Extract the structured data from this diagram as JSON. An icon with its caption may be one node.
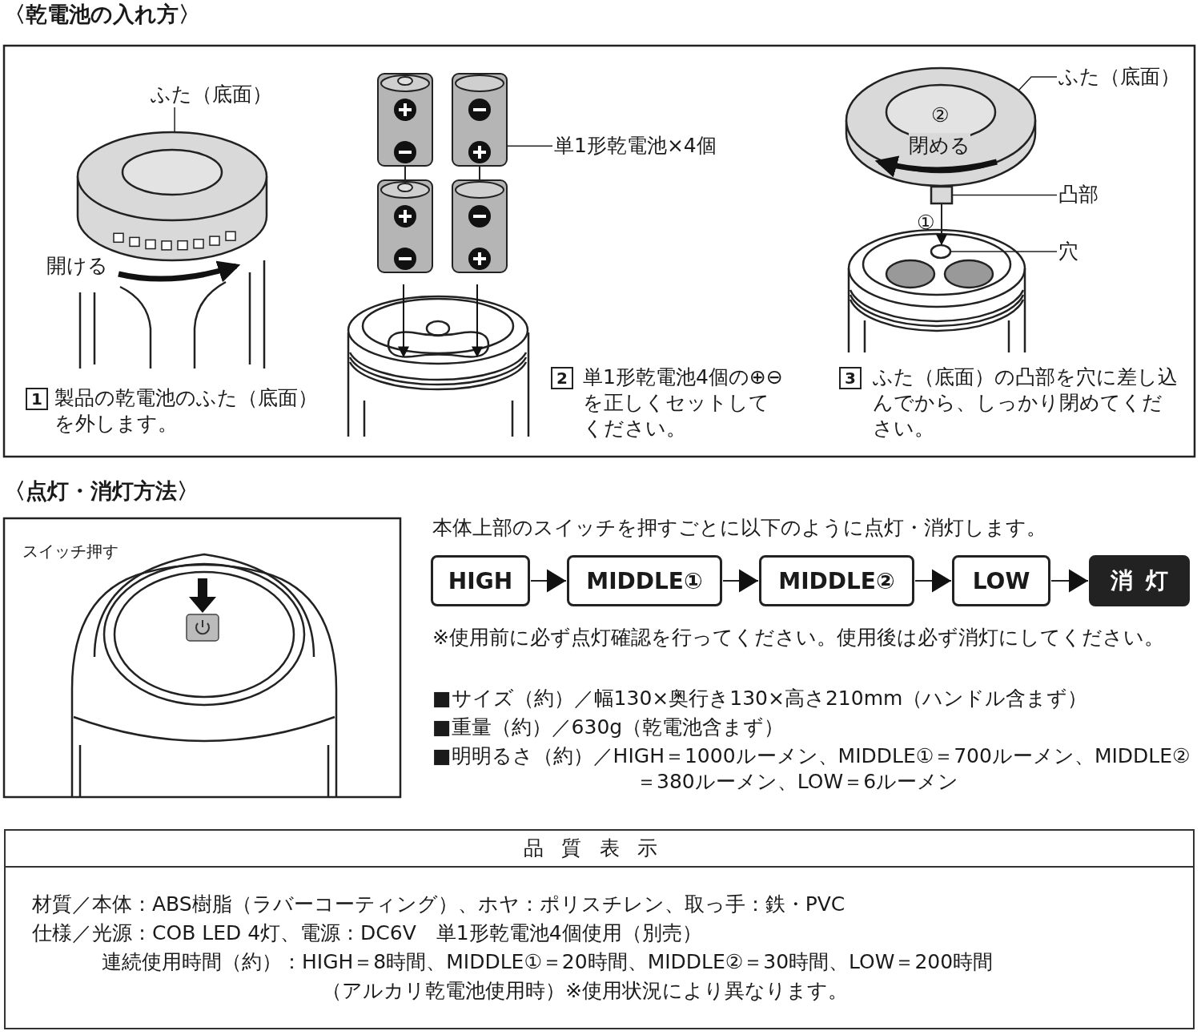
{
  "diagram": {
    "nodes": [
      {
        "text": [
          "ふた（底面）"
        ]
      },
      {
        "text": [
          "単1形乾電池×4個"
        ]
      },
      {
        "text": [
          "ふた（底面）"
        ]
      },
      {
        "text": [
          "凸部"
        ]
      },
      {
        "text": [
          "穴"
        ]
      },
      {
        "text": [
          "HIGH"
        ]
      },
      {
        "text": [
          "MIDDLE①"
        ]
      },
      {
        "text": [
          "MIDDLE②"
        ]
      },
      {
        "text": [
          "LOW"
        ]
      },
      {
        "text": [
          "消灯"
        ]
      },
      {
        "text": [
          "品質表示",
          "材質／本体：ABS樹脂（ラバーコーティング）、ホヤ：ポリスチレン、取っ手：鉄・PVC",
          "仕様／光源：COB LED 4灯、電源：DC6V　単1形乾電池4個使用（別売）",
          "連続使用時間（約）：HIGH＝8時間、MIDDLE①＝20時間、MIDDLE②＝30時間、LOW＝200時間",
          "（アルカリ乾電池使用時）※使用状況により異なります。"
        ]
      },
      {
        "text": [],
        "shape": "picture"
      },
      {
        "text": [],
        "shape": "picture"
      },
      {
        "text": [],
        "shape": "picture"
      },
      {
        "text": [],
        "shape": "box"
      },
      {
        "text": [],
        "shape": "circle"
      }
    ],
    "edges": [
      {
        "from": 0,
        "to": 11,
        "arrow": "none"
      },
      {
        "from": 1,
        "to": 12,
        "arrow": "none"
      },
      {
        "from": 2,
        "to": 13,
        "arrow": "none"
      },
      {
        "from": 3,
        "to": 14,
        "arrow": "none"
      },
      {
        "from": 4,
        "to": 15,
        "arrow": "none"
      },
      {
        "from": 5,
        "to": 6,
        "arrow": "to"
      },
      {
        "from": 6,
        "to": 7,
        "arrow": "to"
      },
      {
        "from": 7,
        "to": 8,
        "arrow": "to"
      },
      {
        "from": 8,
        "to": 9,
        "arrow": "to"
      },
      {
        "from": 14,
        "to": 15,
        "arrow": "to"
      }
    ],
    "labels": [
      "〈乾電池の入れ方〉",
      "1",
      "製品の乾電池のふた（底面）を外します。",
      "開ける",
      "2",
      "単1形乾電池4個の⊕⊖を正しくセットしてください。",
      "②",
      "閉める",
      "①",
      "3",
      "ふた（底面）の凸部を穴に差し込んでから、しっかり閉めてください。",
      "〈点灯・消灯方法〉",
      "スイッチ押す",
      "本体上部のスイッチを押すごとに以下のように点灯・消灯します。",
      "※使用前に必ず点灯確認を行ってください。使用後は必ず消灯にしてください。",
      "■サイズ（約）／幅130×奥行き130×高さ210mm（ハンドル含まず）",
      "■重量（約）／630g（乾電池含まず）",
      "■明明るさ（約）／HIGH＝1000ルーメン、MIDDLE①＝700ルーメン、MIDDLE②＝380ルーメン、LOW＝6ルーメン"
    ]
  }
}
